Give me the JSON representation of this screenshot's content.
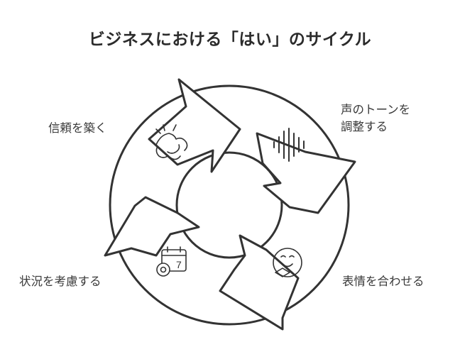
{
  "title": "ビジネスにおける「はい」のサイクル",
  "steps": {
    "top_left": {
      "line1": "信頼を築く",
      "icon": "handshake-icon"
    },
    "top_right": {
      "line1": "声のトーンを",
      "line2": "調整する",
      "icon": "sound-wave-icon"
    },
    "bottom_right": {
      "line1": "表情を合わせる",
      "icon": "smiling-face-icon"
    },
    "bottom_left": {
      "line1": "状況を考慮する",
      "icon": "calendar-gear-icon"
    }
  },
  "colors": {
    "stroke": "#333333",
    "background": "#ffffff"
  }
}
